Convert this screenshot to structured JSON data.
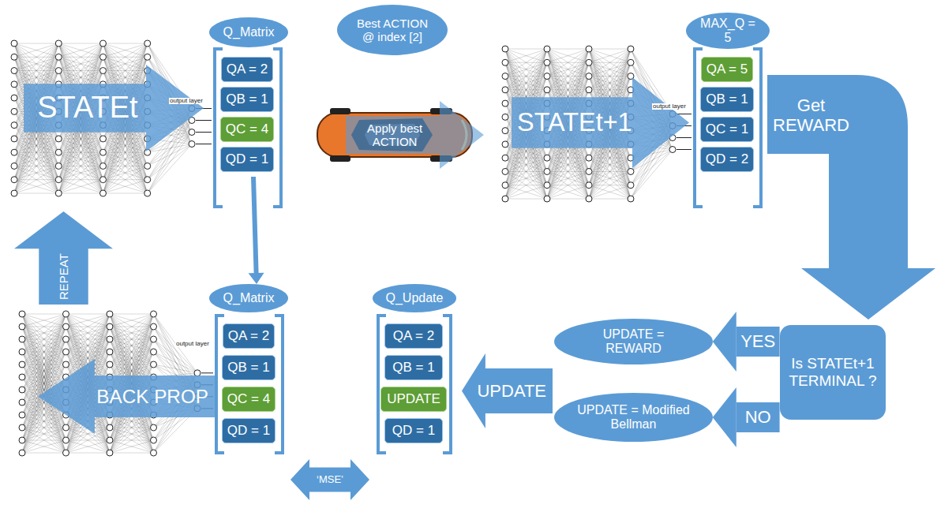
{
  "diagram": {
    "nodes": [
      {
        "text": [
          "Q_Matrix"
        ]
      },
      {
        "text": [
          "Best ACTION @ index [2]"
        ]
      },
      {
        "text": [
          "MAX_Q = 5"
        ]
      },
      {
        "text": [
          "STATEt"
        ]
      },
      {
        "text": [
          "QA = 2"
        ]
      },
      {
        "text": [
          "QB = 1"
        ]
      },
      {
        "text": [
          "QC = 4"
        ]
      },
      {
        "text": [
          "QD = 1"
        ]
      },
      {
        "text": [
          "Apply best ACTION"
        ]
      },
      {
        "text": [
          "STATEt+1"
        ]
      },
      {
        "text": [
          "QA = 5"
        ]
      },
      {
        "text": [
          "QB = 1"
        ]
      },
      {
        "text": [
          "QC = 1"
        ]
      },
      {
        "text": [
          "QD = 2"
        ]
      },
      {
        "text": [
          "Get REWARD"
        ]
      },
      {
        "text": [
          "REPEAT"
        ]
      },
      {
        "text": [
          "Q_Matrix"
        ]
      },
      {
        "text": [
          "Q_Update"
        ]
      },
      {
        "text": [
          "UPDATE = REWARD"
        ]
      },
      {
        "text": [
          "Is STATEt+1 TERMINAL ?"
        ]
      },
      {
        "text": [
          "BACK PROP"
        ]
      },
      {
        "text": [
          "QA = 2"
        ]
      },
      {
        "text": [
          "QB = 1"
        ]
      },
      {
        "text": [
          "QC = 4"
        ]
      },
      {
        "text": [
          "QD = 1"
        ]
      },
      {
        "text": [
          "QA = 2"
        ]
      },
      {
        "text": [
          "QB = 1"
        ]
      },
      {
        "text": [
          "UPDATE"
        ]
      },
      {
        "text": [
          "QD = 1"
        ]
      },
      {
        "text": [
          "UPDATE"
        ]
      },
      {
        "text": [
          "UPDATE = Modified Bellman"
        ]
      },
      {
        "text": [
          "‘MSE’"
        ]
      }
    ],
    "edges": [
      {
        "from": 7,
        "to": 16,
        "arrow": "to"
      },
      {
        "from": 19,
        "to": 18,
        "label": "YES",
        "arrow": "to"
      },
      {
        "from": 19,
        "to": 30,
        "label": "NO",
        "arrow": "to"
      }
    ],
    "labels": [
      "output layer",
      "output layer",
      "output layer"
    ]
  }
}
